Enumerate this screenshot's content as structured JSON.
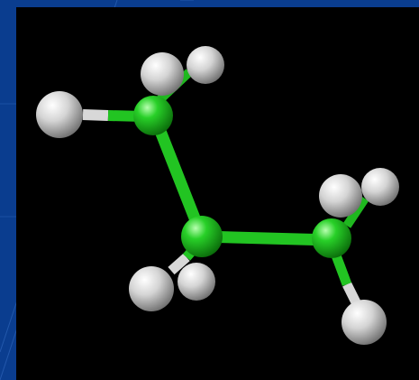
{
  "slide": {
    "background_color": "#0a3d8f",
    "background_line_color": "#2d63b8"
  },
  "viewer": {
    "background_color": "#000000",
    "content": "3d-molecule-ball-and-stick"
  },
  "molecule": {
    "atoms": [
      {
        "id": "C1",
        "element": "carbon",
        "color": "#1fc11f"
      },
      {
        "id": "C2",
        "element": "carbon",
        "color": "#1fc11f"
      },
      {
        "id": "C3",
        "element": "carbon",
        "color": "#1fc11f"
      },
      {
        "id": "H1",
        "element": "hydrogen",
        "color": "#d9d9d9"
      },
      {
        "id": "H2",
        "element": "hydrogen",
        "color": "#d9d9d9"
      },
      {
        "id": "H3",
        "element": "hydrogen",
        "color": "#d9d9d9"
      },
      {
        "id": "H4",
        "element": "hydrogen",
        "color": "#d9d9d9"
      },
      {
        "id": "H5",
        "element": "hydrogen",
        "color": "#d9d9d9"
      },
      {
        "id": "H6",
        "element": "hydrogen",
        "color": "#d9d9d9"
      },
      {
        "id": "H7",
        "element": "hydrogen",
        "color": "#d9d9d9"
      },
      {
        "id": "H8",
        "element": "hydrogen",
        "color": "#d9d9d9"
      }
    ],
    "bonds": [
      [
        "C1",
        "C2"
      ],
      [
        "C2",
        "C3"
      ],
      [
        "C1",
        "H1"
      ],
      [
        "C1",
        "H2"
      ],
      [
        "C1",
        "H3"
      ],
      [
        "C2",
        "H4"
      ],
      [
        "C2",
        "H5"
      ],
      [
        "C3",
        "H6"
      ],
      [
        "C3",
        "H7"
      ],
      [
        "C3",
        "H8"
      ]
    ]
  }
}
